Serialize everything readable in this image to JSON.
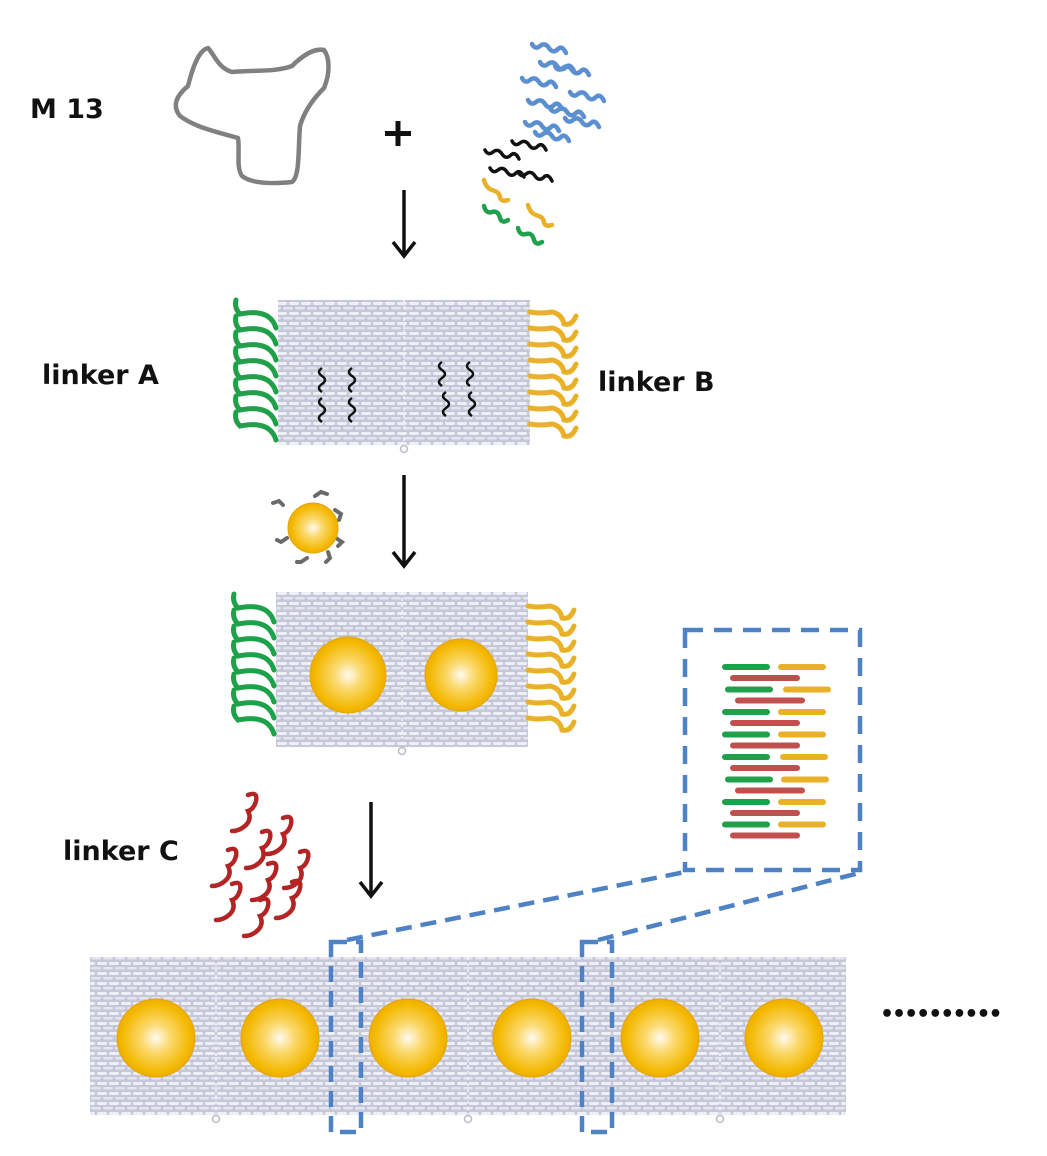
{
  "labels": {
    "m13": "M 13",
    "plus": "+",
    "linker_a": "linker A",
    "linker_b": "linker B",
    "linker_c": "linker C",
    "ellipsis": "••••••••••"
  },
  "colors": {
    "scaffold": "#7f7f7f",
    "staple_blue": "#5b8fcf",
    "staple_black": "#111111",
    "linker_a_green": "#1fa04a",
    "linker_b_yellow": "#e8b128",
    "linker_c_red": "#b32525",
    "origami_fill": "#c3c4d6",
    "origami_stripe": "#9a9cb4",
    "gold": "#f3b600",
    "gold_highlight": "#fff7dc",
    "zoom_box": "#4e82c4",
    "inset_red": "#c0504d"
  },
  "steps": [
    {
      "name": "scaffold-plus-staples"
    },
    {
      "name": "origami-with-linkers-A-B"
    },
    {
      "name": "gold-nanoparticle-attachment"
    },
    {
      "name": "linker-C-polymerization"
    }
  ],
  "chain": {
    "units": 3,
    "particles_per_unit": 2
  }
}
